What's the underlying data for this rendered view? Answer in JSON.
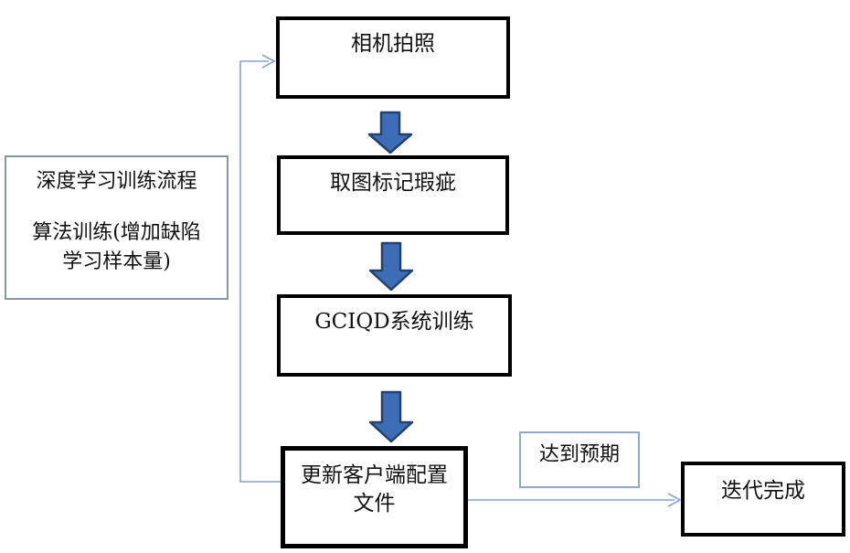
{
  "colors": {
    "box_border": "#000000",
    "note_border": "#8496ad",
    "expected_border": "#8faac9",
    "connector": "#84a3c8",
    "arrow_fill": "#3e6db7",
    "arrow_stroke": "#24416b"
  },
  "nodes": {
    "camera": {
      "label": "相机拍照"
    },
    "mark_defects": {
      "label": "取图标记瑕疵"
    },
    "gciqd_training": {
      "label": "GCIQD系统训练"
    },
    "update_client_config": {
      "line1": "更新客户端配置",
      "line2": "文件"
    },
    "note": {
      "line1": "深度学习训练流程",
      "line2": "算法训练(增加缺陷",
      "line3": "学习样本量)"
    },
    "expected": {
      "label": "达到预期"
    },
    "iteration_done": {
      "label": "迭代完成"
    }
  }
}
